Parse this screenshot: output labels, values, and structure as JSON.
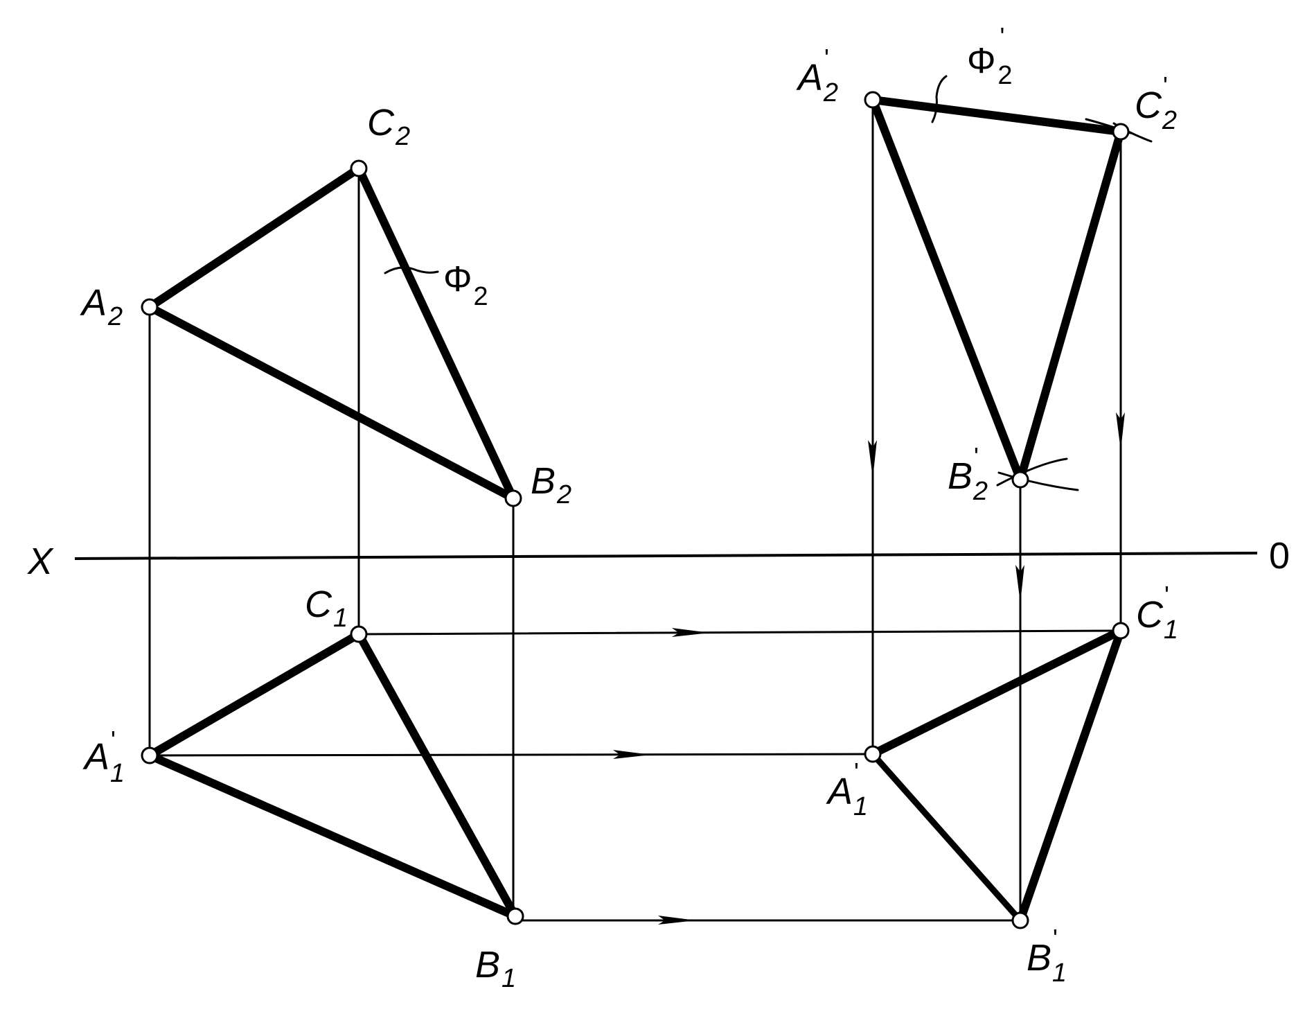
{
  "axis": {
    "left_label": "X",
    "right_label": "0"
  },
  "labels": {
    "A2": {
      "main": "A",
      "sub": "2"
    },
    "B2": {
      "main": "B",
      "sub": "2"
    },
    "C2": {
      "main": "C",
      "sub": "2"
    },
    "phi2": {
      "main": "Φ",
      "sub": "2"
    },
    "A1p": {
      "main": "A",
      "sub": "1",
      "prime": "'"
    },
    "B1": {
      "main": "B",
      "sub": "1"
    },
    "C1": {
      "main": "C",
      "sub": "1"
    },
    "A2p": {
      "main": "A",
      "sub": "2",
      "prime": "'"
    },
    "B2p": {
      "main": "B",
      "sub": "2",
      "prime": "'"
    },
    "C2p": {
      "main": "C",
      "sub": "2",
      "prime": "'"
    },
    "phi2p": {
      "main": "Φ",
      "sub": "2",
      "prime": "'"
    },
    "A1p_r": {
      "main": "A",
      "sub": "1",
      "prime": "'"
    },
    "B1p": {
      "main": "B",
      "sub": "1",
      "prime": "'"
    },
    "C1p": {
      "main": "C",
      "sub": "1",
      "prime": "'"
    }
  }
}
